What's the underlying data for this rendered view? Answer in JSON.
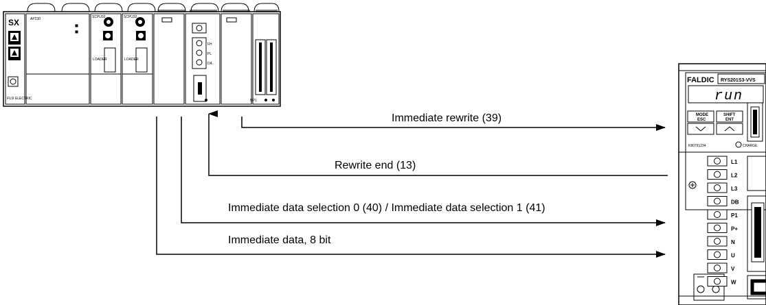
{
  "plc": {
    "brand": "SX",
    "power_module": "AP230",
    "brand_logo": "FUJI ELECTRIC",
    "cpu1_label": "SCPU32",
    "cpu2_label": "SCPU32",
    "cpu_sub_label": "LOADER",
    "indicator_labels": [
      "FH",
      "PL",
      "DA"
    ],
    "io_label": "NP1"
  },
  "servo": {
    "brand": "FALDIC",
    "model": "RYS201S3-VVS",
    "display_text": "run",
    "mode_button": "MODE\nESC",
    "shift_button": "SHIFT\nENT",
    "serial": "K80791234",
    "charge_label": "CHARGE",
    "terminals": [
      "L1",
      "L2",
      "L3",
      "DB",
      "P1",
      "P+",
      "N",
      "U",
      "V",
      "W"
    ]
  },
  "signals": [
    {
      "label": "Immediate rewrite (39)",
      "direction": "to-servo"
    },
    {
      "label": "Rewrite end (13)",
      "direction": "to-plc"
    },
    {
      "label": "Immediate data selection 0 (40) / Immediate data selection 1 (41)",
      "direction": "to-servo"
    },
    {
      "label": "Immediate data, 8 bit",
      "direction": "to-servo"
    }
  ]
}
